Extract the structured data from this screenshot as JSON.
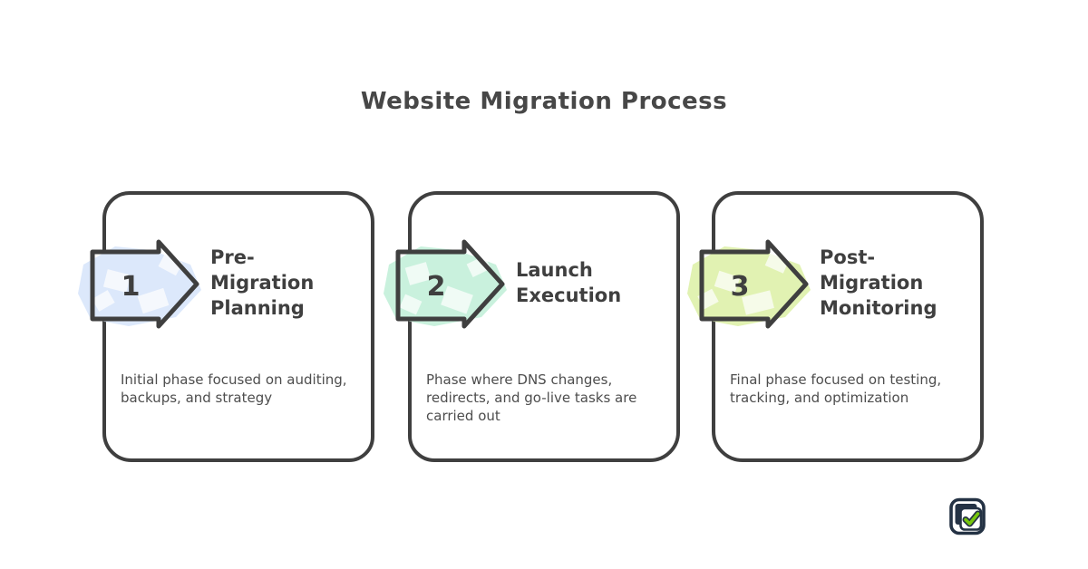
{
  "page": {
    "title": "Website Migration Process",
    "background_color": "#ffffff",
    "outline_color": "#3f3f3f"
  },
  "steps": [
    {
      "number": "1",
      "title": "Pre-Migration Planning",
      "description": "Initial phase focused on auditing, backups, and strategy",
      "highlight_color": "#dce8fb"
    },
    {
      "number": "2",
      "title": "Launch Execution",
      "description": "Phase where DNS changes, redirects, and go-live tasks are carried out",
      "highlight_color": "#c9f1dd"
    },
    {
      "number": "3",
      "title": "Post-Migration Monitoring",
      "description": "Final phase focused on testing, tracking, and optimization",
      "highlight_color": "#e1f2b2"
    }
  ],
  "logo": {
    "name": "checklist-logo",
    "navy_color": "#243244",
    "check_color": "#77c60d"
  }
}
